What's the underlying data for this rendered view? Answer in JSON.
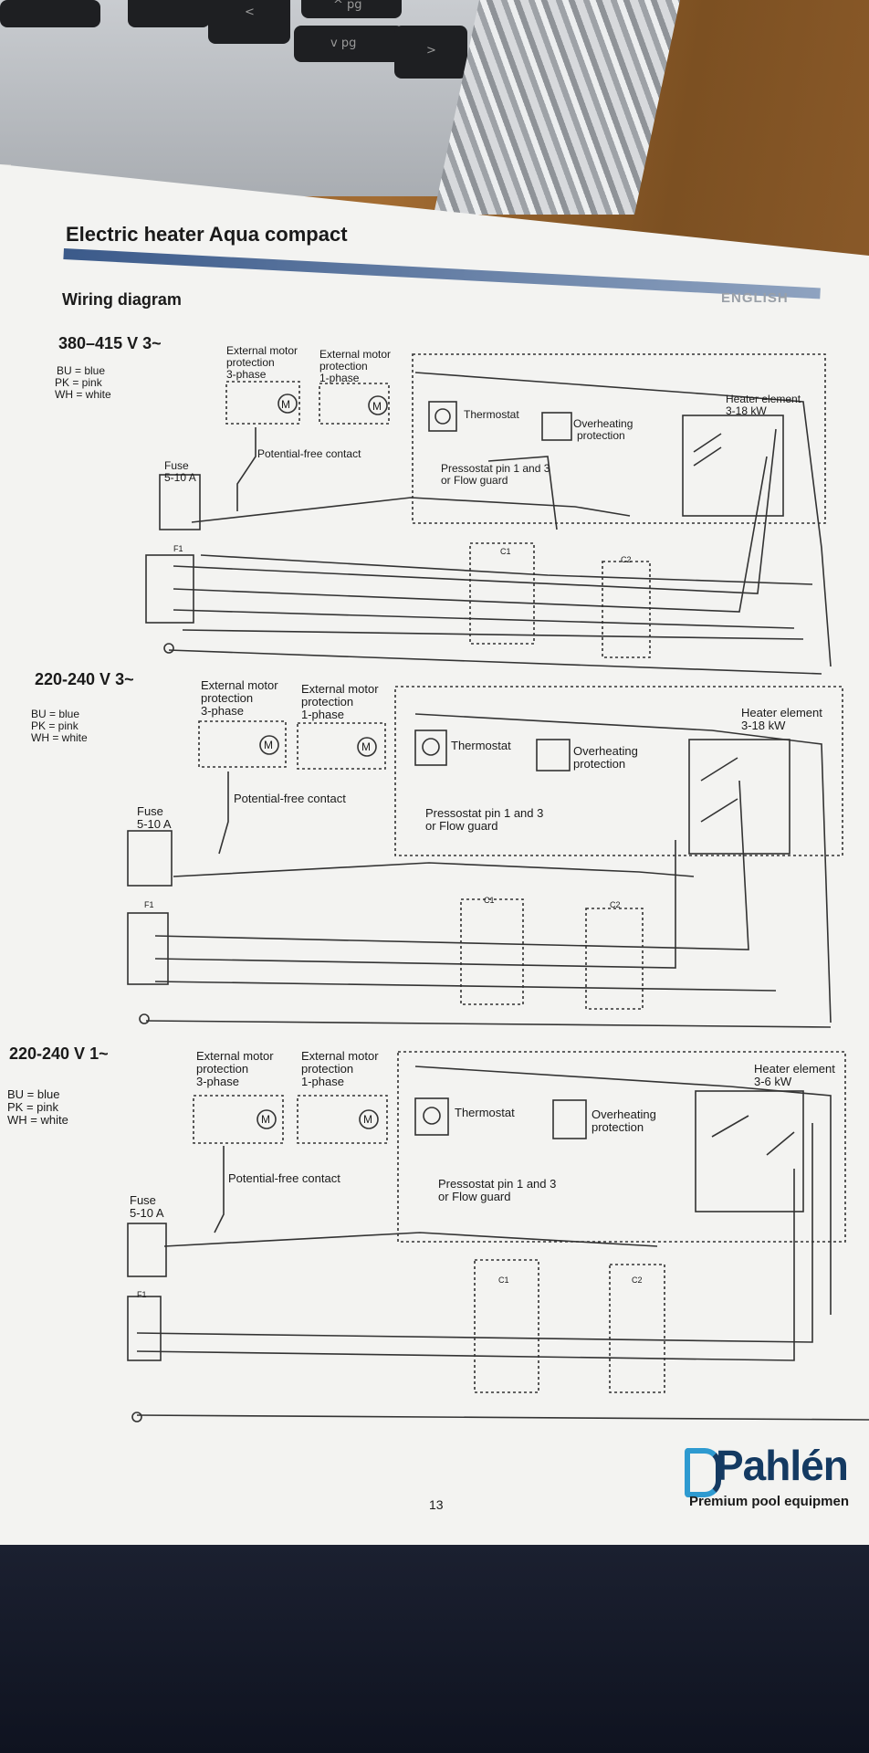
{
  "document": {
    "title": "Electric heater Aqua compact",
    "language_tab": "ENGLISH",
    "section": "Wiring diagram",
    "page_number": "13"
  },
  "legend": {
    "bu": "BU = blue",
    "pk": "PK = pink",
    "wh": "WH = white"
  },
  "labels": {
    "ext_3ph": [
      "External motor",
      "protection",
      "3-phase"
    ],
    "ext_1ph": [
      "External motor",
      "protection",
      "1-phase"
    ],
    "thermostat": "Thermostat",
    "overheating": [
      "Overheating",
      "protection"
    ],
    "potential_free": "Potential-free contact",
    "pressostat": [
      "Pressostat pin 1 and 3",
      "or Flow guard"
    ],
    "fuse": [
      "Fuse",
      "5-10 A"
    ],
    "heater_element": "Heater element",
    "motor": "M",
    "f1": "F1",
    "c1": "C1",
    "c2": "C2"
  },
  "diagrams": [
    {
      "voltage": "380–415 V 3~",
      "heater_power": "3-18 kW"
    },
    {
      "voltage": "220-240 V 3~",
      "heater_power": "3-18 kW"
    },
    {
      "voltage": "220-240 V 1~",
      "heater_power": "3-6 kW"
    }
  ],
  "brand": {
    "name": "Pahlén",
    "tagline": "Premium pool equipmen"
  },
  "colors": {
    "title_bar": "#3b5a8a",
    "brand_blue": "#143a62",
    "brand_light": "#2e9ad0"
  }
}
